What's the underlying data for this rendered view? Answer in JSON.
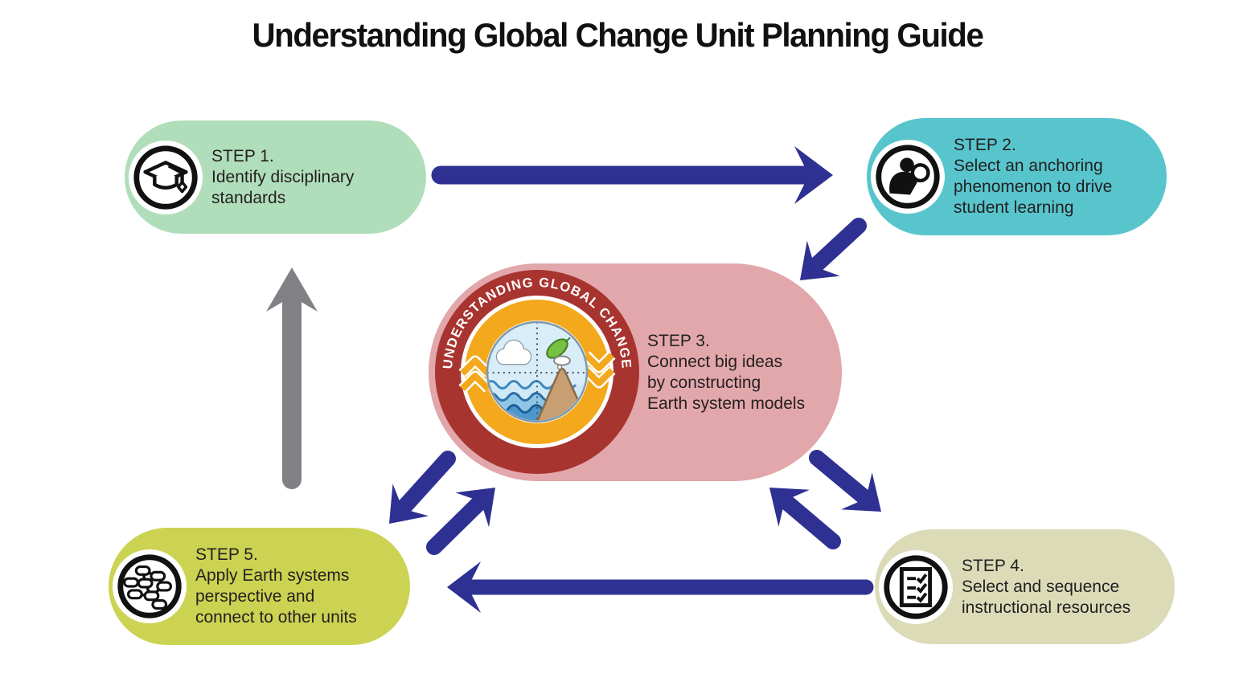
{
  "title": "Understanding Global Change Unit Planning Guide",
  "logo": {
    "text": "UNDERSTANDING GLOBAL CHANGE"
  },
  "steps": [
    {
      "id": 1,
      "label": "STEP 1.",
      "lines": [
        "Identify disciplinary",
        "standards"
      ],
      "icon": "graduation-cap-icon",
      "bg": "#b1deba"
    },
    {
      "id": 2,
      "label": "STEP 2.",
      "lines": [
        "Select an anchoring",
        "phenomenon to drive",
        "student learning"
      ],
      "icon": "observe-magnifier-icon",
      "bg": "#58c5cd"
    },
    {
      "id": 3,
      "label": "STEP 3.",
      "lines": [
        "Connect big ideas",
        "by constructing",
        "Earth system models"
      ],
      "icon": "ugc-logo",
      "bg": "#e2a7ab"
    },
    {
      "id": 4,
      "label": "STEP 4.",
      "lines": [
        "Select and sequence",
        "instructional resources"
      ],
      "icon": "checklist-icon",
      "bg": "#dbdbb8"
    },
    {
      "id": 5,
      "label": "STEP 5.",
      "lines": [
        "Apply Earth systems",
        "perspective and",
        "connect to other units"
      ],
      "icon": "concept-map-icon",
      "bg": "#ccd352"
    }
  ],
  "arrows": [
    {
      "from": "step-1",
      "to": "step-2",
      "direction": "right",
      "color": "blue"
    },
    {
      "from": "step-2",
      "to": "step-3",
      "direction": "down-left",
      "color": "blue"
    },
    {
      "from": "step-3",
      "to": "step-5",
      "direction": "down-left",
      "color": "blue"
    },
    {
      "from": "step-5",
      "to": "step-3",
      "direction": "up-right",
      "color": "blue"
    },
    {
      "from": "step-3",
      "to": "step-4",
      "direction": "down-right",
      "color": "blue"
    },
    {
      "from": "step-4",
      "to": "step-3",
      "direction": "up-left",
      "color": "blue"
    },
    {
      "from": "step-4",
      "to": "step-5",
      "direction": "left",
      "color": "blue"
    },
    {
      "from": "step-5",
      "to": "step-1",
      "direction": "up",
      "color": "gray"
    }
  ],
  "colors": {
    "arrow_blue": "#2e3192",
    "arrow_gray": "#818185",
    "step1_bg": "#b1deba",
    "step2_bg": "#58c5cd",
    "step3_bg": "#e2a7ab",
    "step4_bg": "#dbdbb8",
    "step5_bg": "#ccd352",
    "logo_maroon": "#a83430",
    "logo_orange": "#f4a81c",
    "logo_scene_sky": "#d9edf8",
    "title_color": "#111111"
  }
}
